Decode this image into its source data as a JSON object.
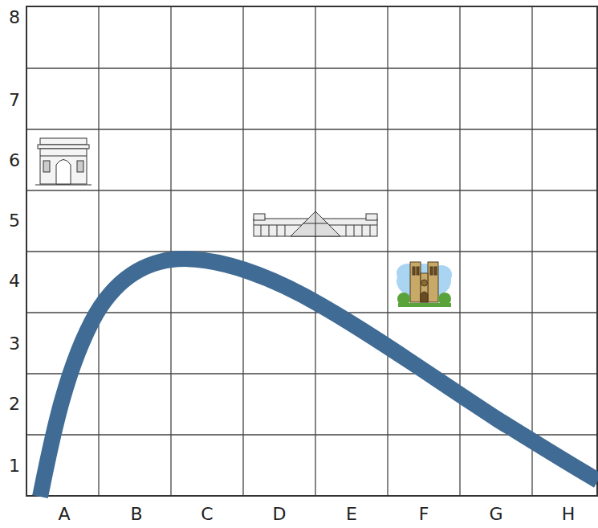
{
  "diagram": {
    "labels": [
      "8",
      "7",
      "6",
      "5",
      "4",
      "3",
      "2",
      "1",
      "A",
      "B",
      "C",
      "D",
      "E",
      "F",
      "G",
      "H"
    ]
  }
}
